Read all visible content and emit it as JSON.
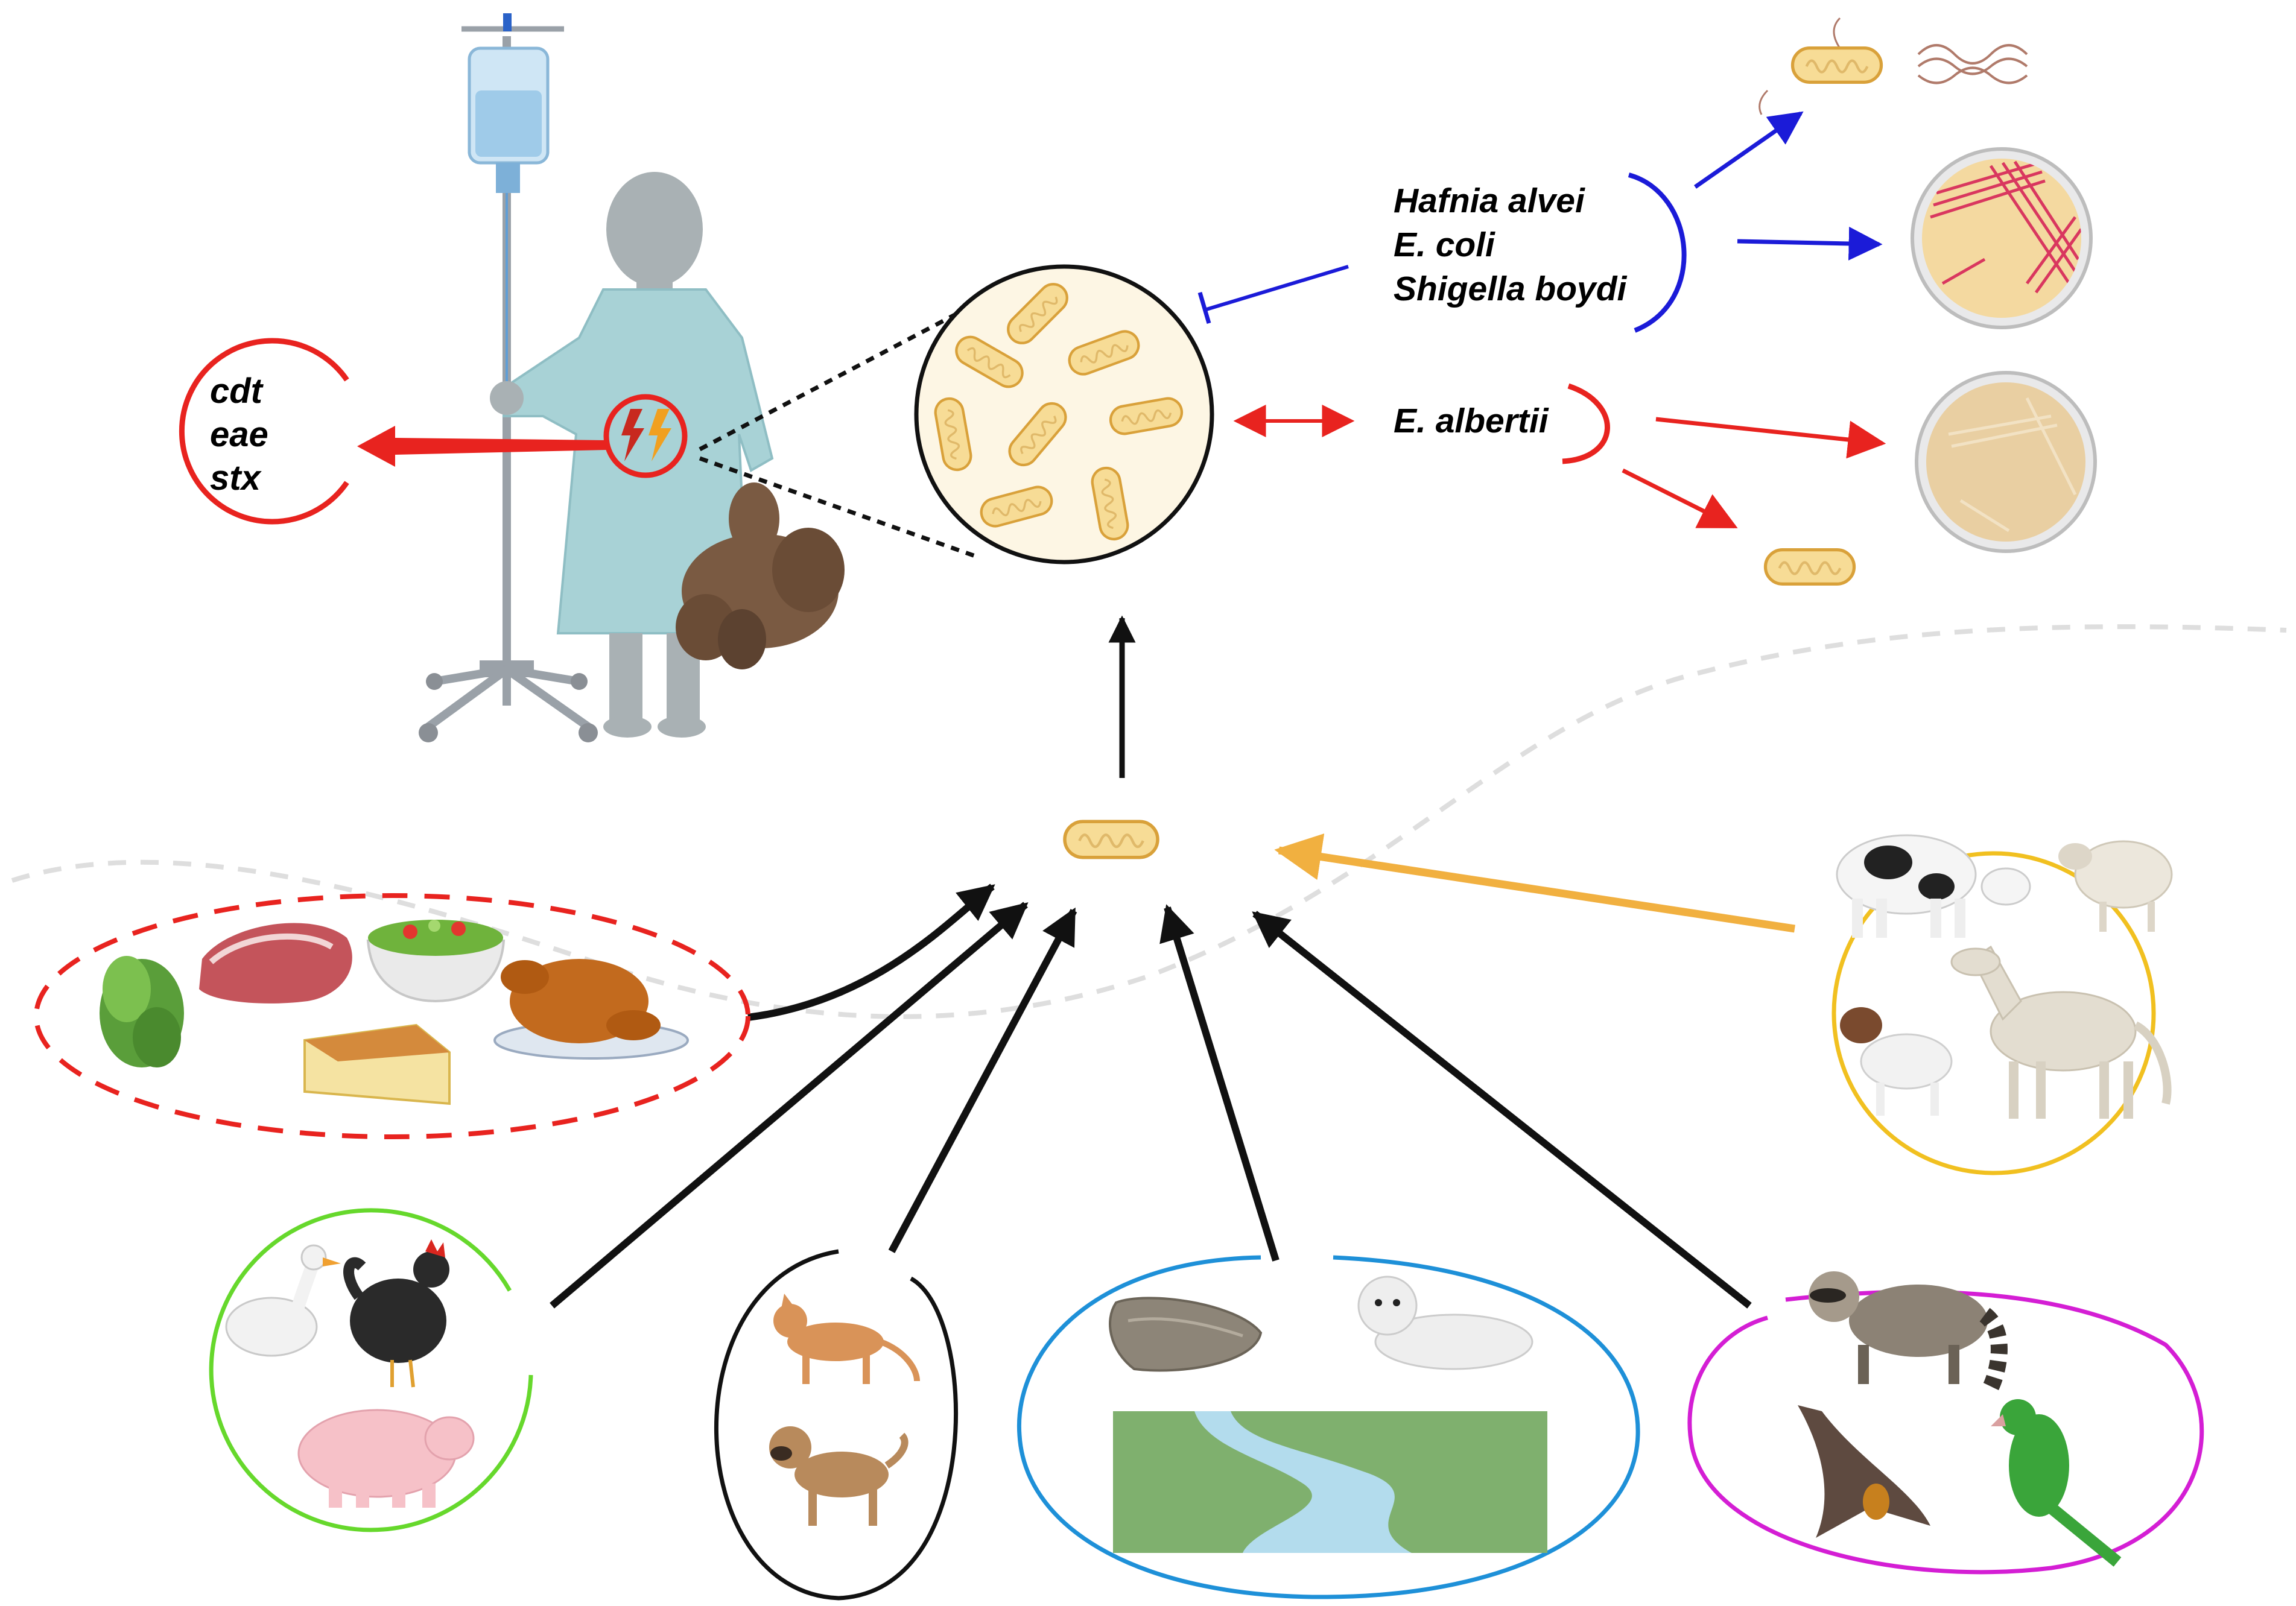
{
  "virulence_genes": [
    "cdt",
    "eae",
    "stx"
  ],
  "misidentified_as": [
    "Hafnia alvei",
    "E. coli",
    "Shigella boydi"
  ],
  "organism": "E. albertii",
  "colors": {
    "red": "#e8231f",
    "blue": "#1b1bd8",
    "orange": "#f1b040",
    "green": "#66d82c",
    "cyan": "#1e90d8",
    "magenta": "#d41ed4",
    "black": "#111111",
    "bacterium_fill": "#f7dc96",
    "bacterium_stroke": "#d9a13a"
  },
  "icons": {
    "patient": "hospitalized-child-icon",
    "iv_stand": "iv-drip-stand-icon",
    "teddy": "teddy-bear-icon",
    "gut_pain": "lightning-bolts-icon",
    "magnified_bacteria": "magnified-bacteria-icon",
    "flagellated_bacterium": "flagellated-bacterium-icon",
    "colony_plate_red": "agar-plate-red-streaks-icon",
    "colony_plate_beige": "agar-plate-beige-icon",
    "bacterium": "rod-bacterium-icon",
    "food": [
      "lettuce-icon",
      "steak-icon",
      "salad-bowl-icon",
      "roast-chicken-icon",
      "cheese-wedge-icon"
    ],
    "poultry_pig": [
      "goose-icon",
      "rooster-icon",
      "pig-icon"
    ],
    "pets": [
      "cat-icon",
      "dog-icon"
    ],
    "environment": [
      "oyster-icon",
      "seal-pup-icon",
      "river-landscape-icon"
    ],
    "wildlife": [
      "raccoon-icon",
      "bat-icon",
      "parrot-icon"
    ],
    "livestock": [
      "cow-icon",
      "sheep-icon",
      "goat-icon",
      "horse-icon"
    ]
  }
}
